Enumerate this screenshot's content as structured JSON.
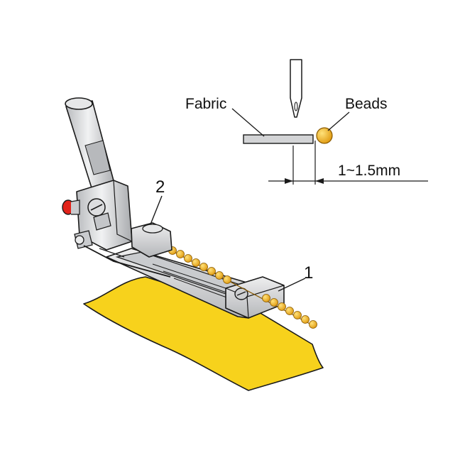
{
  "labels": {
    "fabric": "Fabric",
    "beads": "Beads",
    "measurement": "1~1.5mm",
    "callout_1": "1",
    "callout_2": "2"
  },
  "colors": {
    "fabric": "#f7d21c",
    "beads": "#f2b418",
    "metal": "#d9dadc",
    "outline": "#1a1a1a",
    "screw_cap": "#e2231a"
  },
  "icons": {
    "foot": "sewing-machine-beading-foot-icon",
    "needle": "needle-icon"
  }
}
